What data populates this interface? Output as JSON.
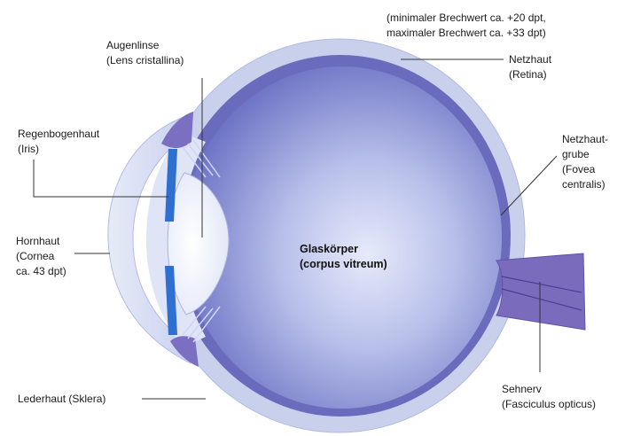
{
  "labels": {
    "power_line1": "(minimaler Brechwert ca. +20 dpt,",
    "power_line2": "maximaler Brechwert ca. +33 dpt)",
    "lens_line1": "Augenlinse",
    "lens_line2": "(Lens cristallina)",
    "retina_line1": "Netzhaut",
    "retina_line2": "(Retina)",
    "iris_line1": "Regenbogenhaut",
    "iris_line2": "(Iris)",
    "fovea_line1": "Netzhaut-",
    "fovea_line2": "grube",
    "fovea_line3": "(Fovea",
    "fovea_line4": "centralis)",
    "cornea_line1": "Hornhaut",
    "cornea_line2": "(Cornea",
    "cornea_line3": "ca. 43 dpt)",
    "vitreous_line1": "Glaskörper",
    "vitreous_line2": "(corpus vitreum)",
    "sclera_line1": "Lederhaut (Sklera)",
    "nerve_line1": "Sehnerv",
    "nerve_line2": "(Fasciculus opticus)"
  },
  "colors": {
    "sclera": "#c9d0ec",
    "choroid": "#7d7dc4",
    "retina_band": "#5b5bb0",
    "vitreous_center": "#dfe4f7",
    "vitreous_edge": "#6a6fc2",
    "lens": "#f4f6ff",
    "iris": "#2f6fd0",
    "nerve": "#7b6bbd"
  }
}
